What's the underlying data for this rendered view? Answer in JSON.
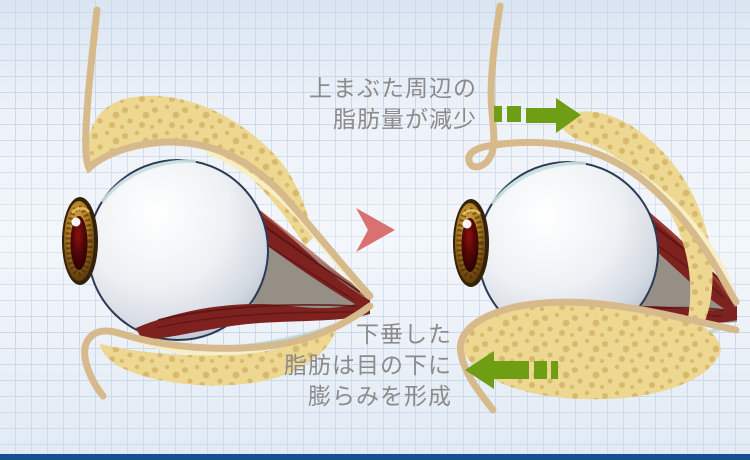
{
  "annotations": {
    "upper_fat_change": {
      "line1": "上まぶた周辺の",
      "line2": "脂肪量が減少"
    },
    "lower_fat_change": {
      "line1": "下垂した",
      "line2": "脂肪は目の下に",
      "line3": "膨らみを形成"
    }
  },
  "colors": {
    "text": "#8b8b8b",
    "arrow_green": "#6f9d14",
    "chevron_pink": "#d97170",
    "fat": "#edd791",
    "fat_speckle": "#c4a14f",
    "skin_line": "#d7ba8c",
    "cream": "#f7eec6",
    "muscle_dark": "#7e2220",
    "nerve_gray": "#968f86",
    "eyeball_edge": "#2c3a55",
    "footer_bar": "#12508e",
    "background": "#edf2f8",
    "grid_line": "#ccd9eb"
  }
}
